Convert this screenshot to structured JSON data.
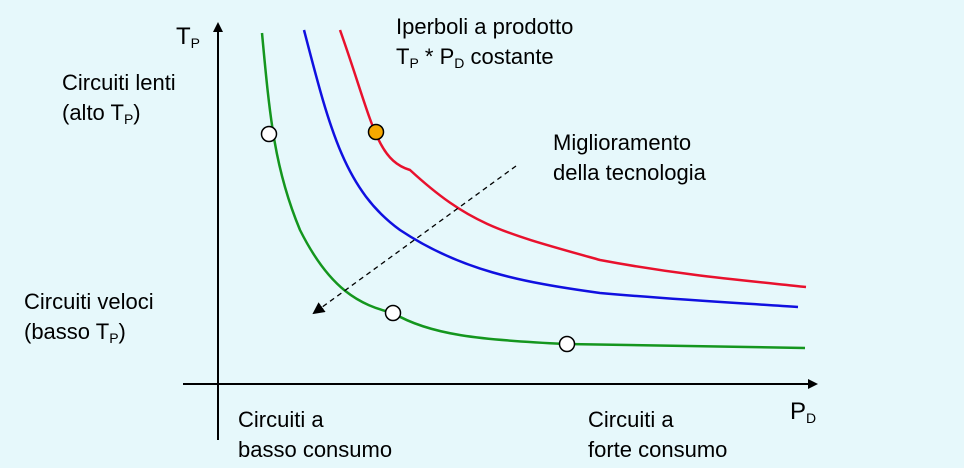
{
  "axes": {
    "y_label": "T",
    "y_label_sub": "P",
    "x_label": "P",
    "x_label_sub": "D"
  },
  "annotations": {
    "hyperbola_title_line1": "Iperboli a prodotto",
    "hyperbola_title_line2_a": "T",
    "hyperbola_title_line2_a_sub": "P",
    "hyperbola_title_line2_b": " * P",
    "hyperbola_title_line2_b_sub": "D",
    "hyperbola_title_line2_c": " costante",
    "technology_line1": "Miglioramento",
    "technology_line2": "della tecnologia",
    "slow_line1": "Circuiti lenti",
    "slow_line2_a": "(alto T",
    "slow_line2_sub": "P",
    "slow_line2_b": ")",
    "fast_line1": "Circuiti veloci",
    "fast_line2_a": "(basso T",
    "fast_line2_sub": "P",
    "fast_line2_b": ")",
    "low_power_line1": "Circuiti a",
    "low_power_line2": "basso consumo",
    "high_power_line1": "Circuiti a",
    "high_power_line2": "forte consumo"
  },
  "curves": [
    {
      "id": "red",
      "color": "#e8112d"
    },
    {
      "id": "blue",
      "color": "#1010e0"
    },
    {
      "id": "green",
      "color": "#14961e"
    }
  ],
  "markers": [
    {
      "id": "green-top",
      "fill": "#ffffff"
    },
    {
      "id": "red-point",
      "fill": "#f5a800"
    },
    {
      "id": "green-mid",
      "fill": "#ffffff"
    },
    {
      "id": "green-right",
      "fill": "#ffffff"
    }
  ],
  "colors": {
    "background": "#e6f8fb",
    "axis": "#000000",
    "arrow": "#000000"
  }
}
